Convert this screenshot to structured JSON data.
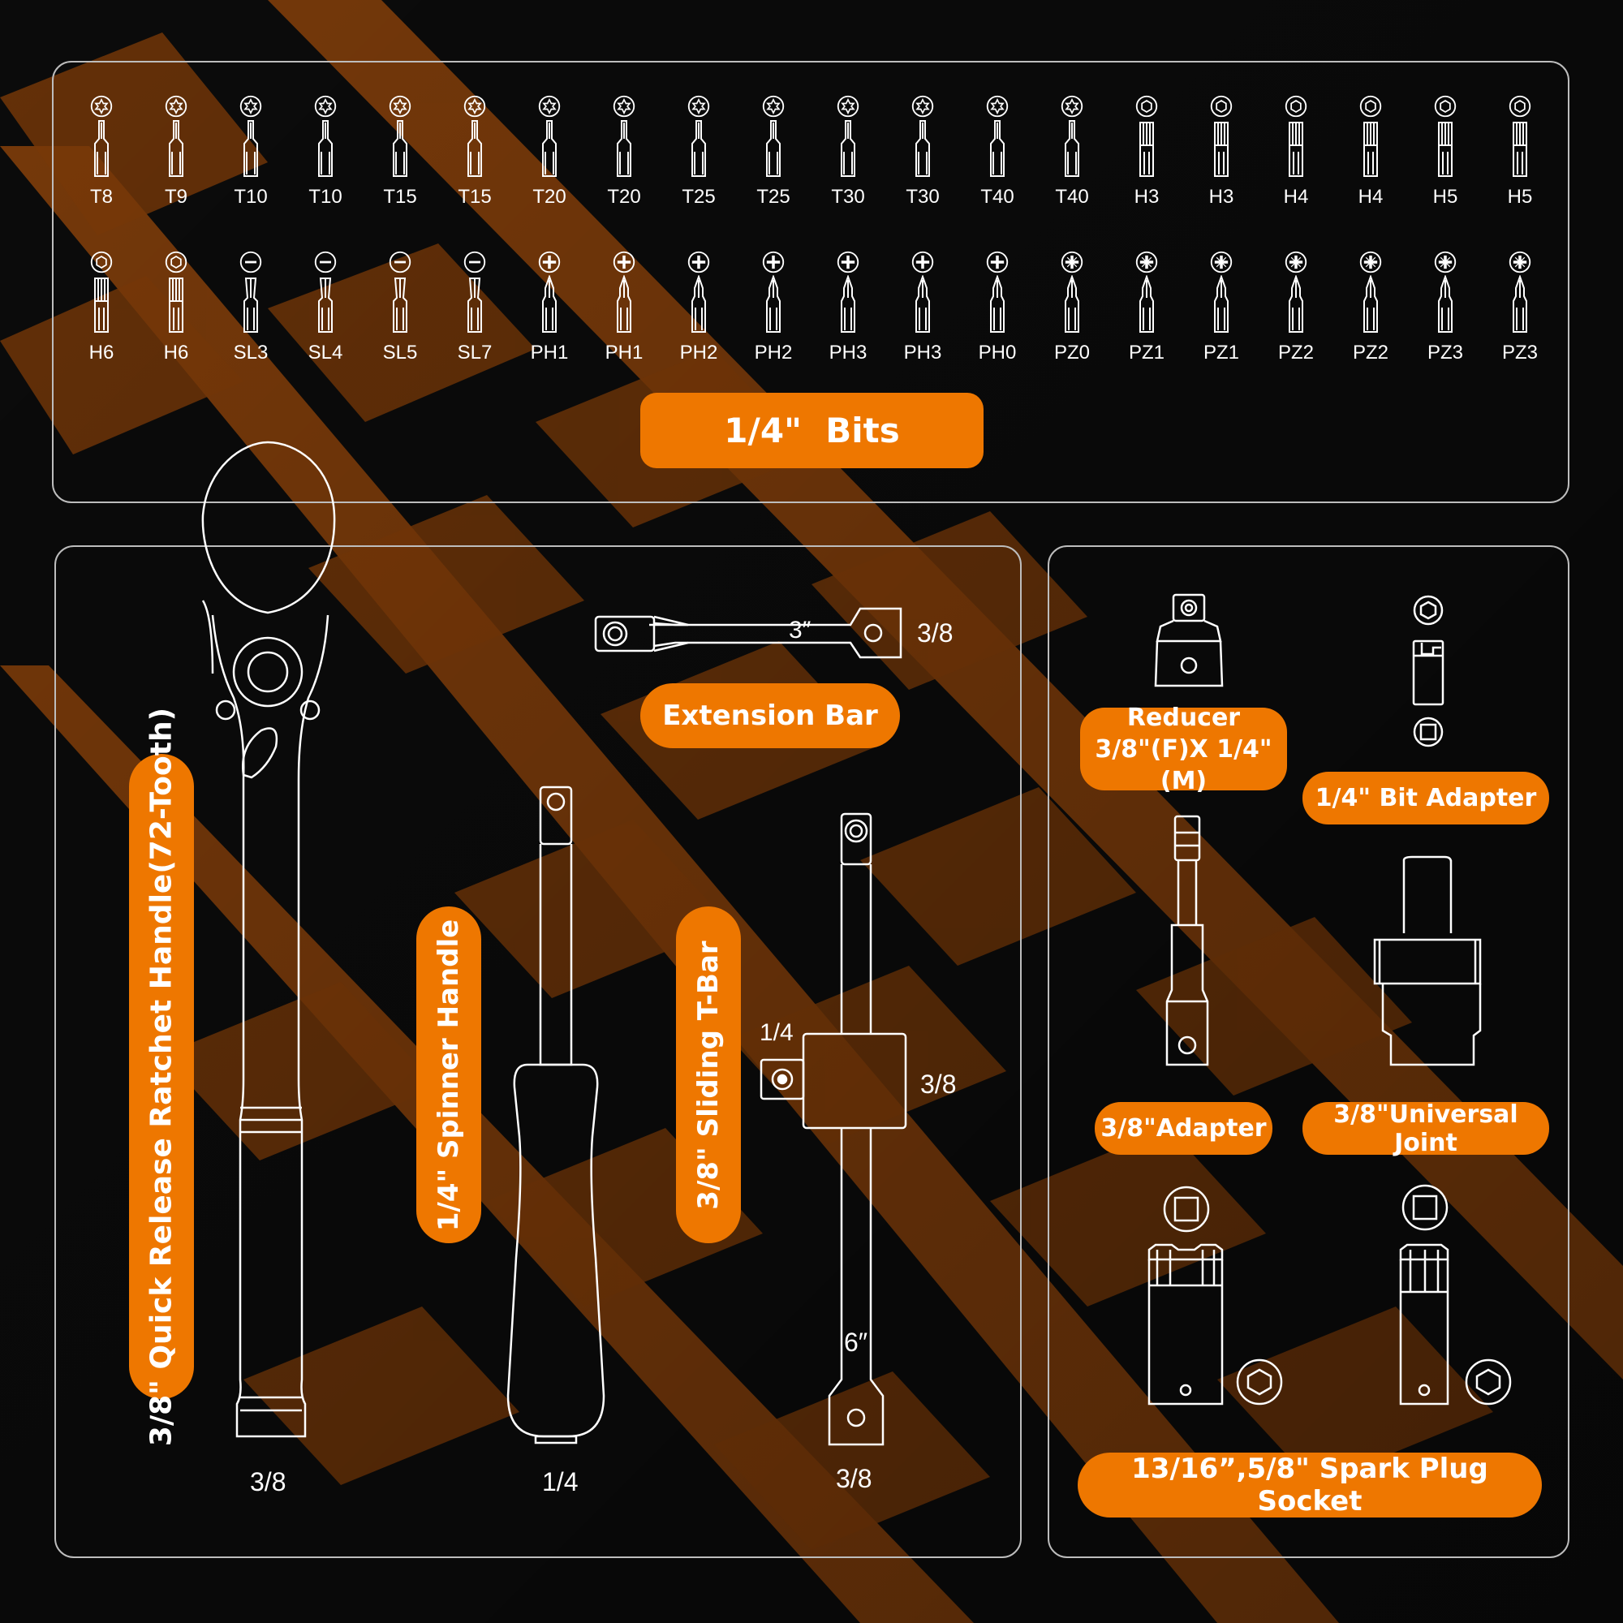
{
  "colors": {
    "accent": "#ee7700",
    "background": "#0b0b0b",
    "stripe": "#8a420a",
    "line": "#ffffff"
  },
  "bits": {
    "title": "1/4\"  Bits",
    "row1": [
      {
        "label": "T8",
        "icon": "torx-star-icon",
        "type": "torx"
      },
      {
        "label": "T9",
        "icon": "torx-star-icon",
        "type": "torx"
      },
      {
        "label": "T10",
        "icon": "torx-star-icon",
        "type": "torx"
      },
      {
        "label": "T10",
        "icon": "torx-star-icon",
        "type": "torx"
      },
      {
        "label": "T15",
        "icon": "torx-star-icon",
        "type": "torx"
      },
      {
        "label": "T15",
        "icon": "torx-star-icon",
        "type": "torx"
      },
      {
        "label": "T20",
        "icon": "torx-star-icon",
        "type": "torx"
      },
      {
        "label": "T20",
        "icon": "torx-star-icon",
        "type": "torx"
      },
      {
        "label": "T25",
        "icon": "torx-star-icon",
        "type": "torx"
      },
      {
        "label": "T25",
        "icon": "torx-star-icon",
        "type": "torx"
      },
      {
        "label": "T30",
        "icon": "torx-star-icon",
        "type": "torx"
      },
      {
        "label": "T30",
        "icon": "torx-star-icon",
        "type": "torx"
      },
      {
        "label": "T40",
        "icon": "torx-star-icon",
        "type": "torx"
      },
      {
        "label": "T40",
        "icon": "torx-star-icon",
        "type": "torx"
      },
      {
        "label": "H3",
        "icon": "hex-icon",
        "type": "hex"
      },
      {
        "label": "H3",
        "icon": "hex-icon",
        "type": "hex"
      },
      {
        "label": "H4",
        "icon": "hex-icon",
        "type": "hex"
      },
      {
        "label": "H4",
        "icon": "hex-icon",
        "type": "hex"
      },
      {
        "label": "H5",
        "icon": "hex-icon",
        "type": "hex"
      },
      {
        "label": "H5",
        "icon": "hex-icon",
        "type": "hex"
      }
    ],
    "row2": [
      {
        "label": "H6",
        "icon": "hex-icon",
        "type": "hex"
      },
      {
        "label": "H6",
        "icon": "hex-icon",
        "type": "hex"
      },
      {
        "label": "SL3",
        "icon": "slotted-icon",
        "type": "slot"
      },
      {
        "label": "SL4",
        "icon": "slotted-icon",
        "type": "slot"
      },
      {
        "label": "SL5",
        "icon": "slotted-icon",
        "type": "slot"
      },
      {
        "label": "SL7",
        "icon": "slotted-icon",
        "type": "slot"
      },
      {
        "label": "PH1",
        "icon": "phillips-icon",
        "type": "phillips"
      },
      {
        "label": "PH1",
        "icon": "phillips-icon",
        "type": "phillips"
      },
      {
        "label": "PH2",
        "icon": "phillips-icon",
        "type": "phillips"
      },
      {
        "label": "PH2",
        "icon": "phillips-icon",
        "type": "phillips"
      },
      {
        "label": "PH3",
        "icon": "phillips-icon",
        "type": "phillips"
      },
      {
        "label": "PH3",
        "icon": "phillips-icon",
        "type": "phillips"
      },
      {
        "label": "PH0",
        "icon": "phillips-icon",
        "type": "phillips"
      },
      {
        "label": "PZ0",
        "icon": "pozidriv-icon",
        "type": "pozi"
      },
      {
        "label": "PZ1",
        "icon": "pozidriv-icon",
        "type": "pozi"
      },
      {
        "label": "PZ1",
        "icon": "pozidriv-icon",
        "type": "pozi"
      },
      {
        "label": "PZ2",
        "icon": "pozidriv-icon",
        "type": "pozi"
      },
      {
        "label": "PZ2",
        "icon": "pozidriv-icon",
        "type": "pozi"
      },
      {
        "label": "PZ3",
        "icon": "pozidriv-icon",
        "type": "pozi"
      },
      {
        "label": "PZ3",
        "icon": "pozidriv-icon",
        "type": "pozi"
      }
    ]
  },
  "handles": {
    "ratchet": {
      "label": "3/8\" Quick Release Ratchet Handle(72-Tooth)",
      "size": "3/8"
    },
    "spinner": {
      "label": "1/4\" Spinner Handle",
      "size": "1/4"
    },
    "tbar": {
      "label": "3/8\" Sliding T-Bar",
      "size": "3/8",
      "head_left": "1/4",
      "head_right": "3/8",
      "length": "6″"
    },
    "extension": {
      "label": "Extension Bar",
      "length": "3″",
      "size": "3/8"
    }
  },
  "accessories": {
    "reducer": {
      "line1": "Reducer",
      "line2": "3/8\"(F)X 1/4\"(M)"
    },
    "bit_adapter": {
      "label": "1/4\" Bit Adapter"
    },
    "adapter": {
      "label": "3/8\"Adapter"
    },
    "universal_joint": {
      "label": "3/8\"Universal Joint"
    },
    "spark_plug": {
      "label": "13/16”,5/8\" Spark Plug Socket"
    }
  }
}
